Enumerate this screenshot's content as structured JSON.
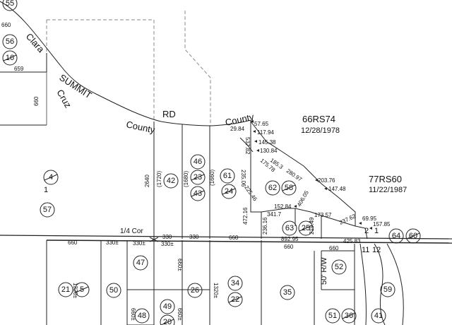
{
  "map": {
    "road_labels": {
      "summit": "SUMMIT",
      "rd": "RD",
      "clara": "Clara",
      "cruz": "Cruz",
      "county_left": "County",
      "county_right": "County"
    },
    "records": [
      {
        "code": "66RS74",
        "date": "12/28/1978"
      },
      {
        "code": "77RS60",
        "date": "11/22/1987"
      }
    ],
    "corner_label": "1/4 Cor",
    "right_of_way": "50' R/W",
    "parcels": {
      "p55": "55",
      "p56": "56",
      "p16": "16",
      "p4": "4",
      "p1": "1",
      "p57": "57",
      "p42": "42",
      "p46": "46",
      "p23": "23",
      "p43": "43",
      "p61": "61",
      "p24": "24",
      "p62": "62",
      "p58": "58",
      "p63": "63",
      "p25": "25",
      "p64": "64",
      "p60": "60",
      "p47": "47",
      "p21": "21",
      "p5": "5",
      "p50": "50",
      "p26": "26",
      "p34": "34",
      "p22": "22",
      "p35": "35",
      "p52": "52",
      "p59": "59",
      "p48": "48",
      "p49": "49",
      "p20": "20",
      "p51": "51",
      "p36": "36",
      "p41": "41"
    },
    "lot_numbers": {
      "n2": "2",
      "n1": "1",
      "n11": "11",
      "n12": "12"
    },
    "dimensions": {
      "d660_top": "660",
      "d659": "659",
      "d660_v": "660",
      "d2640": "2640",
      "d1720": "(1720)",
      "d1680": "(1680)",
      "d1660": "(1660)",
      "d29_84": "29.84",
      "d57_65": "57.65",
      "d117_94": "117.94",
      "d145_38": "145.38",
      "d130_84": "130.84",
      "d537_82": "537.82",
      "d175_78": "175.78",
      "d185_3": "185.3",
      "d280_97": "280.97",
      "d203_76": "203.76",
      "d147_48": "147.48",
      "d235_06": "235.06",
      "d225_46": "225.46",
      "d406_05": "406.05",
      "d472_16": "472.16",
      "d152_84": "152.84",
      "d341_7": "341.7",
      "d236_16": "236.16",
      "d173_57": "173.57",
      "d237_62": "237.62",
      "d219_49": "219.49",
      "d69_95": "69.95",
      "d157_85": "157.85",
      "d892_95": "892.95",
      "d425_83": "425.83",
      "d330_a": "330",
      "d330_b": "330",
      "d660_mid": "660",
      "d660_l": "660",
      "d330pm_a": "330±",
      "d330pm_b": "330±",
      "d330pm_c": "330±",
      "d660_b1": "660",
      "d660_b2": "660",
      "d660pm": "660±",
      "d1320pm_a": "1320±",
      "d1320pm_b": "1320±",
      "d660pm_b": "660±",
      "d660pm_c": "660±"
    }
  }
}
